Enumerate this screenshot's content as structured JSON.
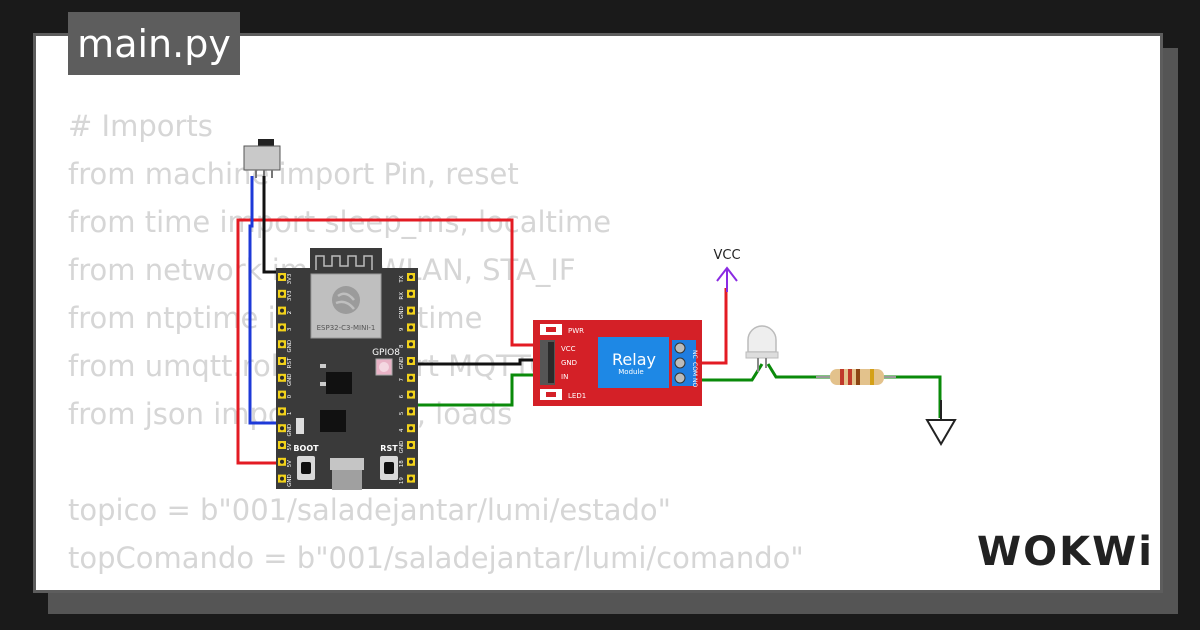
{
  "tab": {
    "filename": "main.py"
  },
  "code_lines": [
    "# Imports",
    "from machine import Pin, reset",
    "from time import sleep_ms, localtime",
    "from network import WLAN, STA_IF",
    "from ntptime import settime",
    "from umqtt.robust import MQTTClient",
    "from json import dumps, loads",
    "",
    "topico = b\"001/saladejantar/lumi/estado\"",
    "topComando = b\"001/saladejantar/lumi/comando\""
  ],
  "board": {
    "module_label": "ESP32-C3-MINI-1",
    "gpio_label": "GPIO8",
    "boot_label": "BOOT",
    "rst_label": "RST",
    "left_pins": [
      "3V3",
      "3V3",
      "2",
      "3",
      "GND",
      "RST",
      "GND",
      "0",
      "1",
      "GND",
      "5V",
      "5V",
      "GND"
    ],
    "right_pins": [
      "TX",
      "RX",
      "GND",
      "9",
      "8",
      "GND",
      "7",
      "6",
      "5",
      "4",
      "GND",
      "18",
      "19"
    ]
  },
  "relay": {
    "title": "Relay",
    "subtitle": "Module",
    "pins": [
      "VCC",
      "GND",
      "IN"
    ],
    "pwr_label": "PWR",
    "led_label": "LED1",
    "terminals": [
      "NC",
      "COM",
      "NO"
    ]
  },
  "vcc_label": "VCC",
  "brand": "WOKWi",
  "colors": {
    "wire_red": "#e31b23",
    "wire_black": "#111111",
    "wire_blue": "#1d39d8",
    "wire_green": "#0a8a0a",
    "vcc_purple": "#8a2be2",
    "relay_red": "#d42027",
    "relay_blue": "#1e88e5",
    "board_dark": "#3a3a3a"
  }
}
